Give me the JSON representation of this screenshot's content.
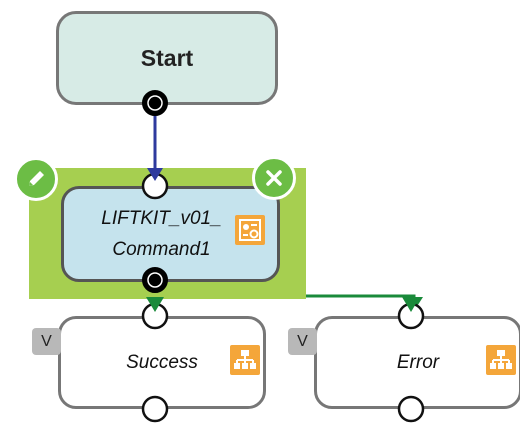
{
  "nodes": {
    "start": {
      "label": "Start"
    },
    "command": {
      "line1": "LIFTKIT_v01_",
      "line2": "Command1"
    },
    "success": {
      "label": "Success",
      "badge": "V"
    },
    "error": {
      "label": "Error",
      "badge": "V"
    }
  },
  "icons": {
    "edit": "pencil-icon",
    "remove": "close-icon",
    "command_type": "settings-panel-icon",
    "flow_type": "org-chart-icon"
  },
  "colors": {
    "start_fill": "#d7ebe6",
    "command_fill": "#c5e3ed",
    "selection_frame": "#a6cf50",
    "action_button": "#6cbd45",
    "connector_in": "#2e3a9e",
    "connector_out": "#1a8a3a",
    "type_icon": "#f4a63a"
  }
}
